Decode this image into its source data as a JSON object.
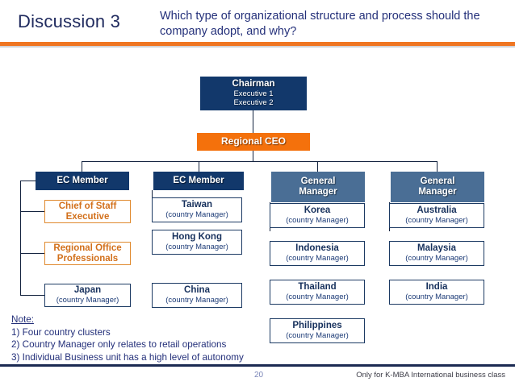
{
  "header": {
    "title": "Discussion 3",
    "question": "Which type of organizational structure and process should the company adopt, and why?",
    "accent_color": "#ef7622",
    "title_color": "#1f2a5e"
  },
  "org_chart": {
    "chairman": {
      "title": "Chairman",
      "lines": [
        "Executive 1",
        "Executive 2"
      ],
      "fill": "#12386b"
    },
    "regional_ceo": {
      "title": "Regional CEO",
      "fill": "#f4710c"
    },
    "columns": [
      {
        "header": "EC Member",
        "header_style": "navy",
        "items": [
          {
            "title": "Chief of Staff",
            "title2": "Executive",
            "sub": "",
            "style": "orange-outline"
          },
          {
            "title": "Regional Office",
            "title2": "Professionals",
            "sub": "",
            "style": "orange-outline"
          },
          {
            "title": "Japan",
            "sub": "(country Manager)",
            "style": "white"
          }
        ]
      },
      {
        "header": "EC Member",
        "header_style": "navy",
        "items": [
          {
            "title": "Taiwan",
            "sub": "(country Manager)",
            "style": "white"
          },
          {
            "title": "Hong Kong",
            "sub": "(country Manager)",
            "style": "white"
          },
          {
            "title": "China",
            "sub": "(country Manager)",
            "style": "white"
          }
        ]
      },
      {
        "header": "General Manager",
        "header_line1": "General",
        "header_line2": "Manager",
        "header_style": "steel",
        "items": [
          {
            "title": "Korea",
            "sub": "(country Manager)",
            "style": "white"
          },
          {
            "title": "Indonesia",
            "sub": "(country Manager)",
            "style": "white"
          },
          {
            "title": "Thailand",
            "sub": "(country Manager)",
            "style": "white"
          },
          {
            "title": "Philippines",
            "sub": "(country Manager)",
            "style": "white"
          }
        ]
      },
      {
        "header": "General Manager",
        "header_line1": "General",
        "header_line2": "Manager",
        "header_style": "steel",
        "items": [
          {
            "title": "Australia",
            "sub": "(country Manager)",
            "style": "white"
          },
          {
            "title": "Malaysia",
            "sub": "(country Manager)",
            "style": "white"
          },
          {
            "title": "India",
            "sub": "(country Manager)",
            "style": "white"
          }
        ]
      }
    ]
  },
  "notes": {
    "heading": "Note:",
    "lines": [
      "1) Four country clusters",
      "2) Country Manager only relates to retail operations",
      "3) Individual Business unit has a high level of autonomy"
    ]
  },
  "footer": {
    "page_number": "20",
    "note": "Only for K-MBA International business class"
  }
}
